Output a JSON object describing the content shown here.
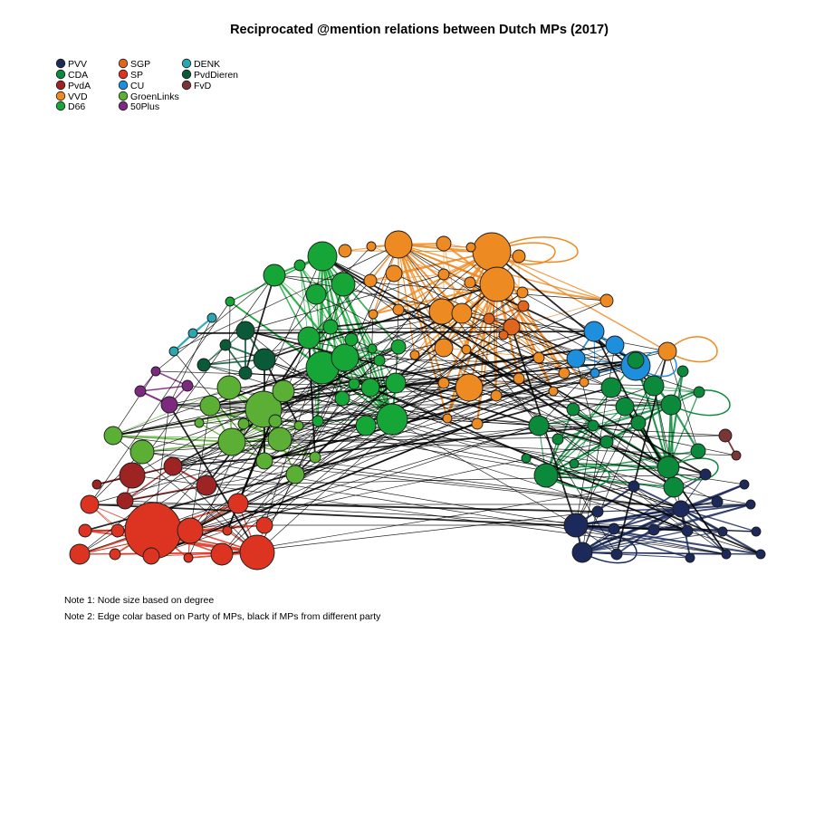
{
  "figure": {
    "title": "Reciprocated @mention relations between Dutch MPs (2017)",
    "notes": [
      "Note 1: Node size based on degree",
      "Note 2: Edge colar based on Party of MPs, black if MPs from different party"
    ]
  },
  "legend": [
    {
      "party": "PVV",
      "color": "#1b2a5a"
    },
    {
      "party": "CDA",
      "color": "#0c8a3c"
    },
    {
      "party": "PvdA",
      "color": "#9e2424"
    },
    {
      "party": "VVD",
      "color": "#ee8a22"
    },
    {
      "party": "D66",
      "color": "#16a637"
    },
    {
      "party": "SGP",
      "color": "#e0661e"
    },
    {
      "party": "SP",
      "color": "#dc3421"
    },
    {
      "party": "CU",
      "color": "#1e8fdd"
    },
    {
      "party": "GroenLinks",
      "color": "#5aaf34"
    },
    {
      "party": "50Plus",
      "color": "#7b2a80"
    },
    {
      "party": "DENK",
      "color": "#2aa7b0"
    },
    {
      "party": "PvdDieren",
      "color": "#0a5a38"
    },
    {
      "party": "FvD",
      "color": "#7a3535"
    }
  ],
  "style": {
    "background": "#ffffff",
    "cross_party_edge_color": "#000000",
    "node_outline_color": "#1a1a1a"
  }
}
